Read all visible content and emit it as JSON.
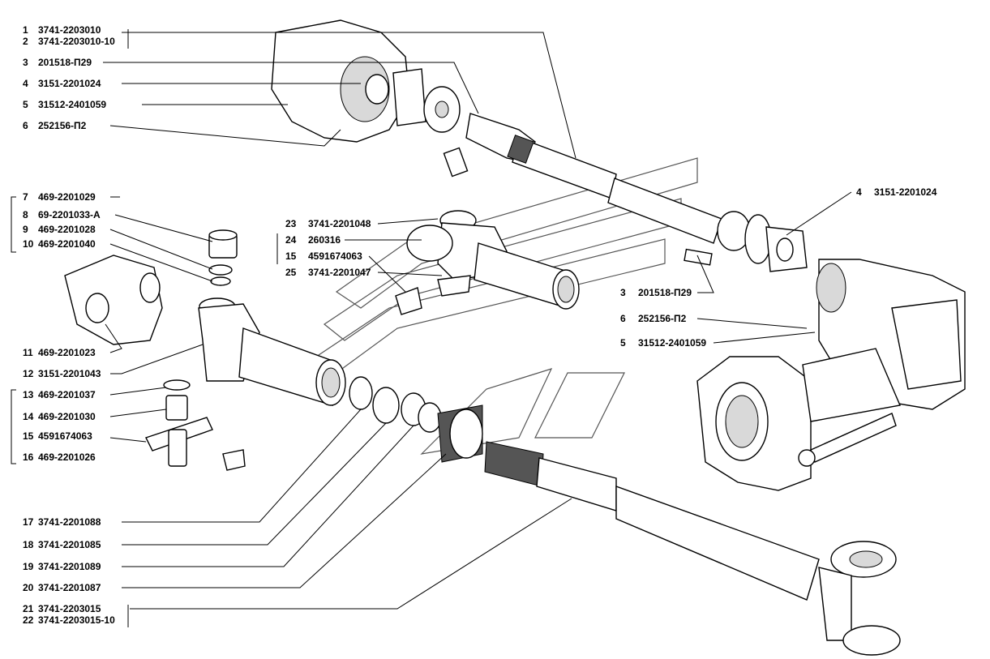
{
  "callouts": [
    {
      "num": "1",
      "code": "3741-2203010"
    },
    {
      "num": "2",
      "code": "3741-2203010-10"
    },
    {
      "num": "3",
      "code": "201518-П29"
    },
    {
      "num": "4",
      "code": "3151-2201024"
    },
    {
      "num": "5",
      "code": "31512-2401059"
    },
    {
      "num": "6",
      "code": "252156-П2"
    },
    {
      "num": "7",
      "code": "469-2201029"
    },
    {
      "num": "8",
      "code": "69-2201033-А"
    },
    {
      "num": "9",
      "code": "469-2201028"
    },
    {
      "num": "10",
      "code": "469-2201040"
    },
    {
      "num": "11",
      "code": "469-2201023"
    },
    {
      "num": "12",
      "code": "3151-2201043"
    },
    {
      "num": "13",
      "code": "469-2201037"
    },
    {
      "num": "14",
      "code": "469-2201030"
    },
    {
      "num": "15",
      "code": "4591674063"
    },
    {
      "num": "16",
      "code": "469-2201026"
    },
    {
      "num": "17",
      "code": "3741-2201088"
    },
    {
      "num": "18",
      "code": "3741-2201085"
    },
    {
      "num": "19",
      "code": "3741-2201089"
    },
    {
      "num": "20",
      "code": "3741-2201087"
    },
    {
      "num": "21",
      "code": "3741-2203015"
    },
    {
      "num": "22",
      "code": "3741-2203015-10"
    },
    {
      "num": "23",
      "code": "3741-2201048"
    },
    {
      "num": "24",
      "code": "260316"
    },
    {
      "num": "15",
      "code": "4591674063"
    },
    {
      "num": "25",
      "code": "3741-2201047"
    },
    {
      "num": "4",
      "code": "3151-2201024"
    },
    {
      "num": "3",
      "code": "201518-П29"
    },
    {
      "num": "6",
      "code": "252156-П2"
    },
    {
      "num": "5",
      "code": "31512-2401059"
    }
  ]
}
